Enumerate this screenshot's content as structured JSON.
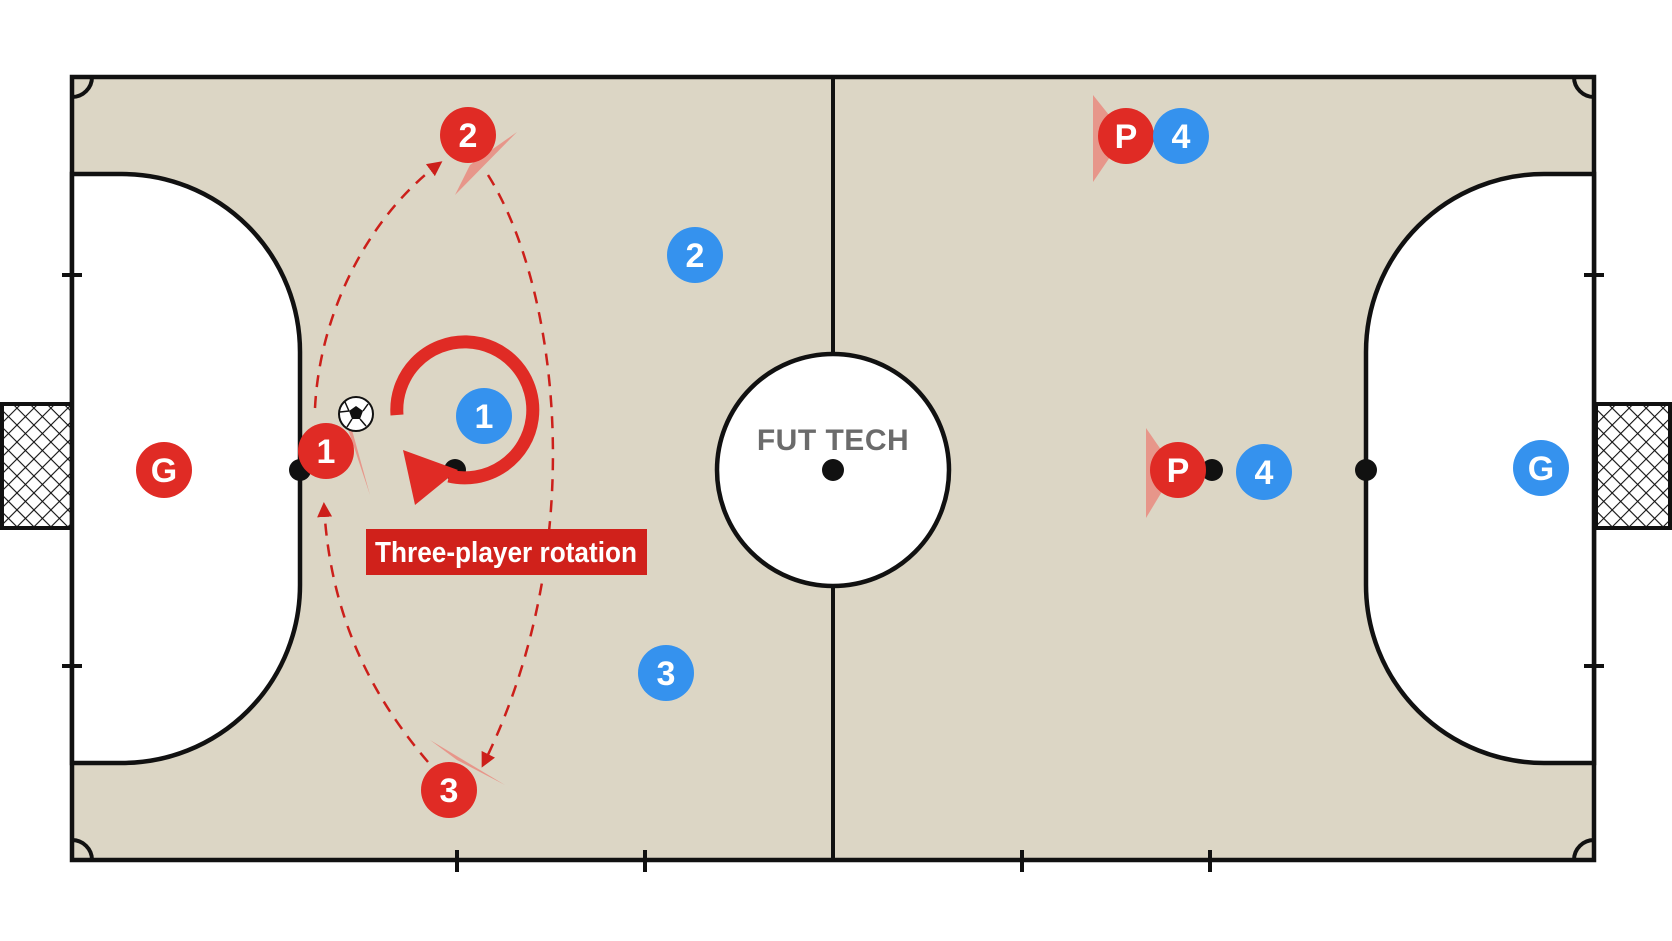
{
  "brand": "FUT TECH",
  "caption": "Three-player rotation",
  "colors": {
    "court": "#dcd6c5",
    "lines": "#111111",
    "red_team": "#e02b25",
    "blue_team": "#3592ee",
    "annotation": "#cc1f1a"
  },
  "icons": [
    "soccer-ball-icon",
    "goal-net-icon",
    "rotation-arrow-icon",
    "cone-icon"
  ],
  "red_team": [
    {
      "label": "G",
      "role": "goalkeeper"
    },
    {
      "label": "1"
    },
    {
      "label": "2"
    },
    {
      "label": "3"
    },
    {
      "label": "P"
    },
    {
      "label": "P"
    }
  ],
  "blue_team": [
    {
      "label": "G",
      "role": "goalkeeper"
    },
    {
      "label": "1"
    },
    {
      "label": "2"
    },
    {
      "label": "3"
    },
    {
      "label": "4"
    },
    {
      "label": "4"
    }
  ]
}
